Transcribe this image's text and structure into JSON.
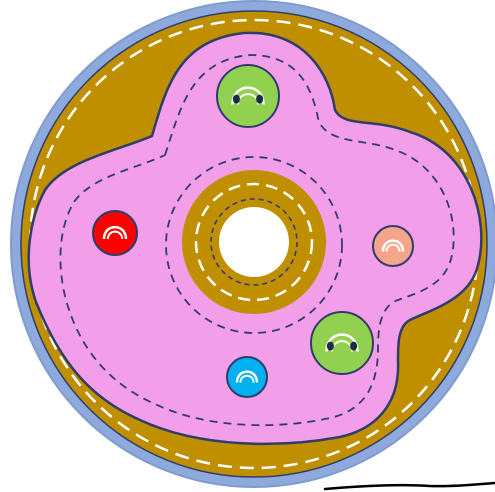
{
  "colors": {
    "background": "#ffffff",
    "outer_ring": "#8EA9DB",
    "outer_ring_stroke": "#7F9BD0",
    "brown_field": "#BF8F00",
    "pink_region": "#F29EE8",
    "outline": "#2F3D6B",
    "white_dash": "#FFFFFF",
    "hole": "#FFFFFF",
    "underline": "#000000"
  },
  "markers": [
    {
      "name": "top-green-marker",
      "fill": "#92D050",
      "arch": "#FFFFFF",
      "dots": true,
      "kind": "large"
    },
    {
      "name": "right-lower-green-marker",
      "fill": "#92D050",
      "arch": "#FFFFFF",
      "dots": true,
      "kind": "large"
    },
    {
      "name": "red-marker",
      "fill": "#FF0000",
      "arch": "#FFFFFF",
      "dots": false,
      "kind": "small"
    },
    {
      "name": "salmon-marker",
      "fill": "#F4A58A",
      "arch": "#FFFFFF",
      "dots": false,
      "kind": "small"
    },
    {
      "name": "blue-marker",
      "fill": "#00B0F0",
      "arch": "#FFFFFF",
      "dots": false,
      "kind": "small"
    }
  ]
}
